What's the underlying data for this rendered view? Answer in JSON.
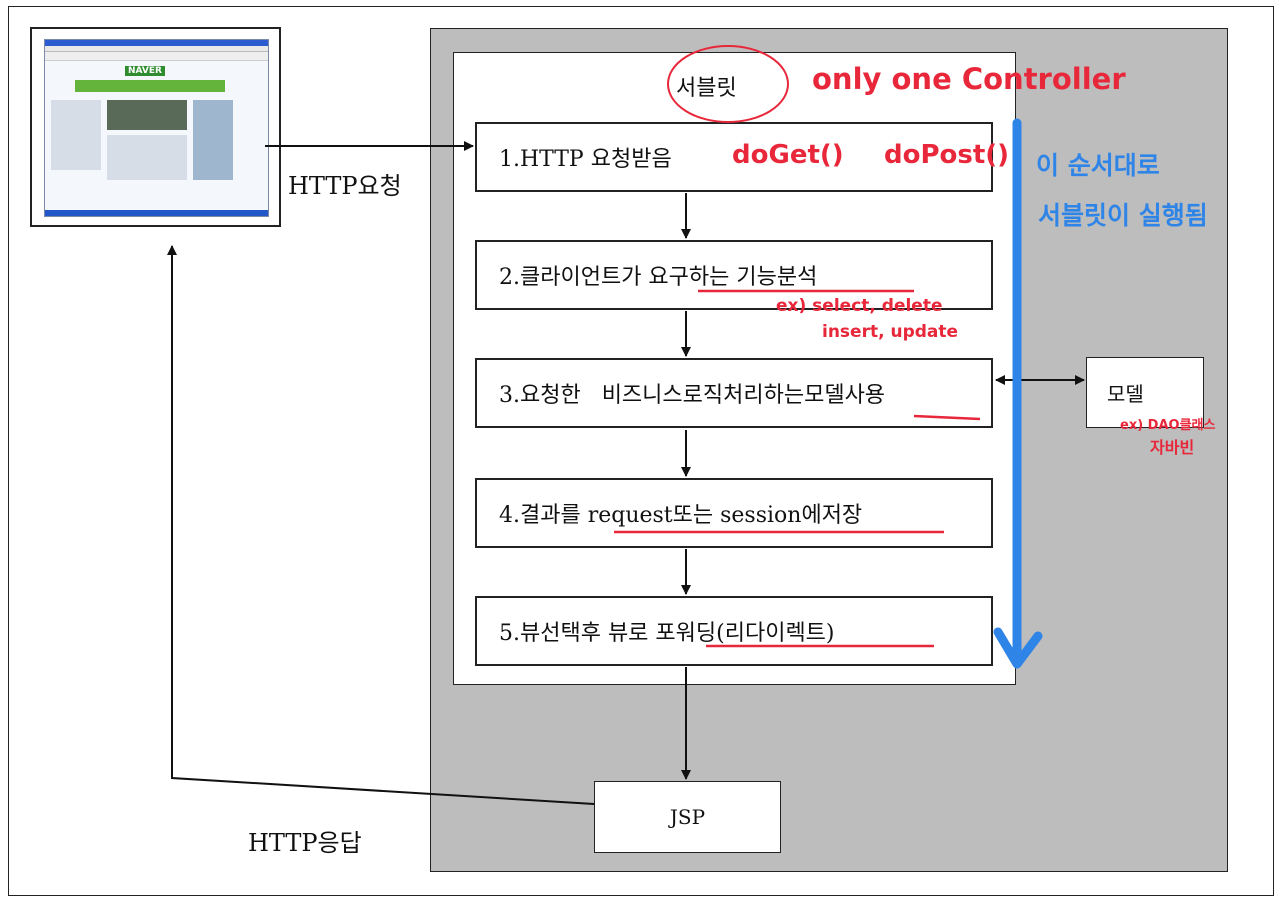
{
  "servlet": {
    "title": "서블릿",
    "steps": [
      "1.HTTP 요청받음",
      "2.클라이언트가 요구하는 기능분석",
      "3.요청한   비즈니스로직처리하는모델사용",
      "4.결과를 request또는 session에저장",
      "5.뷰선택후 뷰로 포워딩(리다이렉트)"
    ]
  },
  "labels": {
    "http_request": "HTTP요청",
    "http_response": "HTTP응답",
    "jsp": "JSP",
    "model": "모델"
  },
  "annotations": {
    "controller": "only one Controller",
    "methods_get": "doGet()",
    "methods_post": "doPost()",
    "analysis_line1": "ex) select, delete",
    "analysis_line2": "insert, update",
    "order_line1": "이 순서대로",
    "order_line2": "서블릿이 실행됨",
    "model_note_line1": "ex) DAO클래스",
    "model_note_line2": "자바빈"
  },
  "browser": {
    "logo_text": "NAVER"
  },
  "colors": {
    "annotation_red": "#e8283a",
    "annotation_blue": "#2f84e8",
    "panel_gray": "#bdbdbd"
  }
}
